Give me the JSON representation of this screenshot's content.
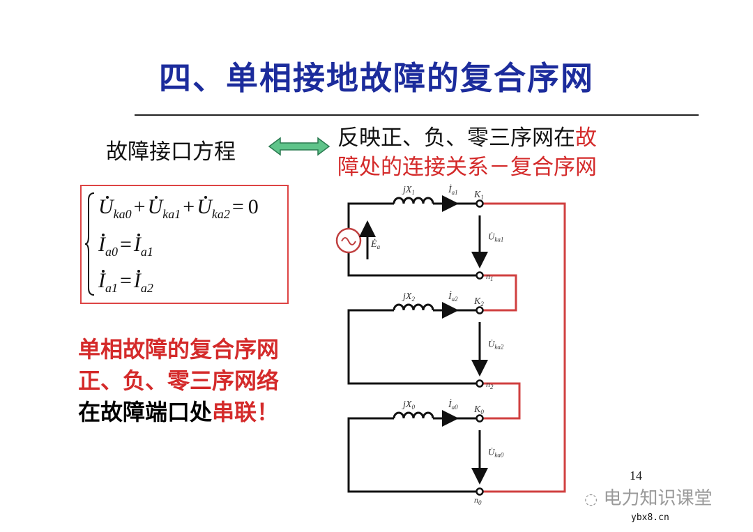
{
  "title": "四、单相接地故障的复合序网",
  "interface_label": "故障接口方程",
  "double_arrow_color": "#3cb371",
  "reflect": {
    "line1_black": "反映正、负、零三序网在",
    "line1_red": "故",
    "line2_red": "障处的连接关系－复合序网"
  },
  "equations": {
    "eq1": {
      "u1": "U",
      "s1": "ka0",
      "u2": "U",
      "s2": "ka1",
      "u3": "U",
      "s3": "ka2",
      "plus": "+",
      "eq": "=",
      "rhs": "0"
    },
    "eq2": {
      "l": "I",
      "ls": "a0",
      "eq": "=",
      "r": "I",
      "rs": "a1"
    },
    "eq3": {
      "l": "I",
      "ls": "a1",
      "eq": "=",
      "r": "I",
      "rs": "a2"
    }
  },
  "note": {
    "line1": "单相故障的复合序网",
    "line2": "正、负、零三序网络",
    "line3_black": "在故障端口处",
    "line3_red": "串联！"
  },
  "circuit": {
    "source": "Ė",
    "source_sub": "a",
    "nets": [
      {
        "x": "jX",
        "xs": "1",
        "i": "İ",
        "is": "a1",
        "k": "K",
        "ks": "1",
        "u": "U̇",
        "us": "ka1",
        "n": "n",
        "ns": "1"
      },
      {
        "x": "jX",
        "xs": "2",
        "i": "İ",
        "is": "a2",
        "k": "K",
        "ks": "2",
        "u": "U̇",
        "us": "ka2",
        "n": "n",
        "ns": "2"
      },
      {
        "x": "jX",
        "xs": "0",
        "i": "İ",
        "is": "a0",
        "k": "K",
        "ks": "0",
        "u": "U̇",
        "us": "ka0",
        "n": "n",
        "ns": "0"
      }
    ],
    "wire_color": "#111111",
    "link_color": "#d04040"
  },
  "page_number": "14",
  "watermark": {
    "text": "电力知识课堂",
    "site": "ybx8.cn"
  }
}
